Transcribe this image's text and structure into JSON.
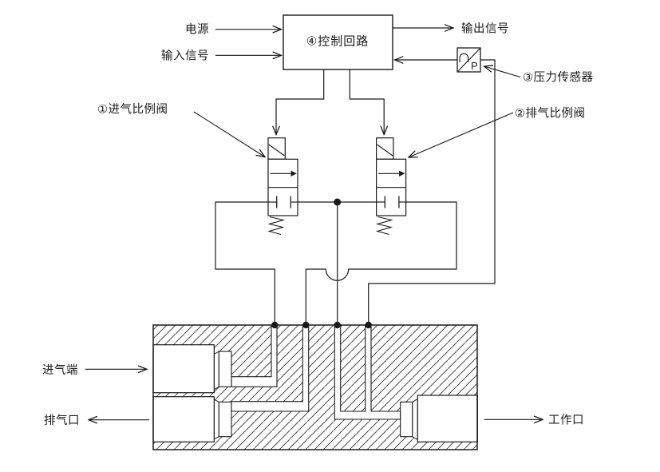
{
  "labels": {
    "power": "电源",
    "input_signal": "输入信号",
    "output_signal": "输出信号",
    "control_circuit": "④控制回路",
    "pressure_sensor": "③压力传感器",
    "intake_valve": "①进气比例阀",
    "exhaust_valve": "②排气比例阀",
    "intake_end": "进气端",
    "exhaust_outlet": "排气口",
    "work_port": "工作口",
    "sensor_letter": "P"
  },
  "colors": {
    "line": "#1a1a1a",
    "background": "#ffffff"
  }
}
